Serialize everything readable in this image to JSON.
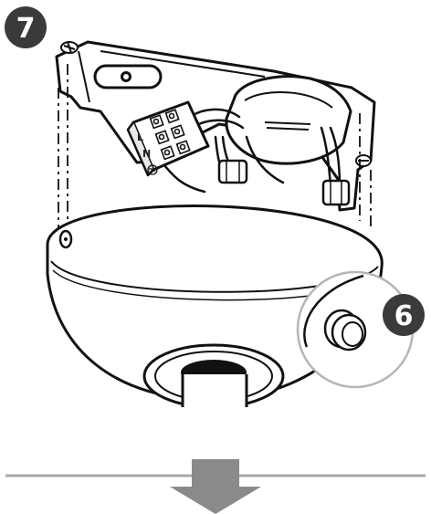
{
  "steps": {
    "main_step": "7",
    "detail_step": "6"
  },
  "terminal_block": {
    "line_label": "L",
    "neutral_label": "N",
    "ground_symbol": "ground-icon"
  },
  "colors": {
    "badge_fill": "#3a3a3a",
    "line_art": "#111111",
    "divider": "#a8a8a8",
    "arrow": "#8a8a8a",
    "callout_ring": "#b5b5b5"
  }
}
